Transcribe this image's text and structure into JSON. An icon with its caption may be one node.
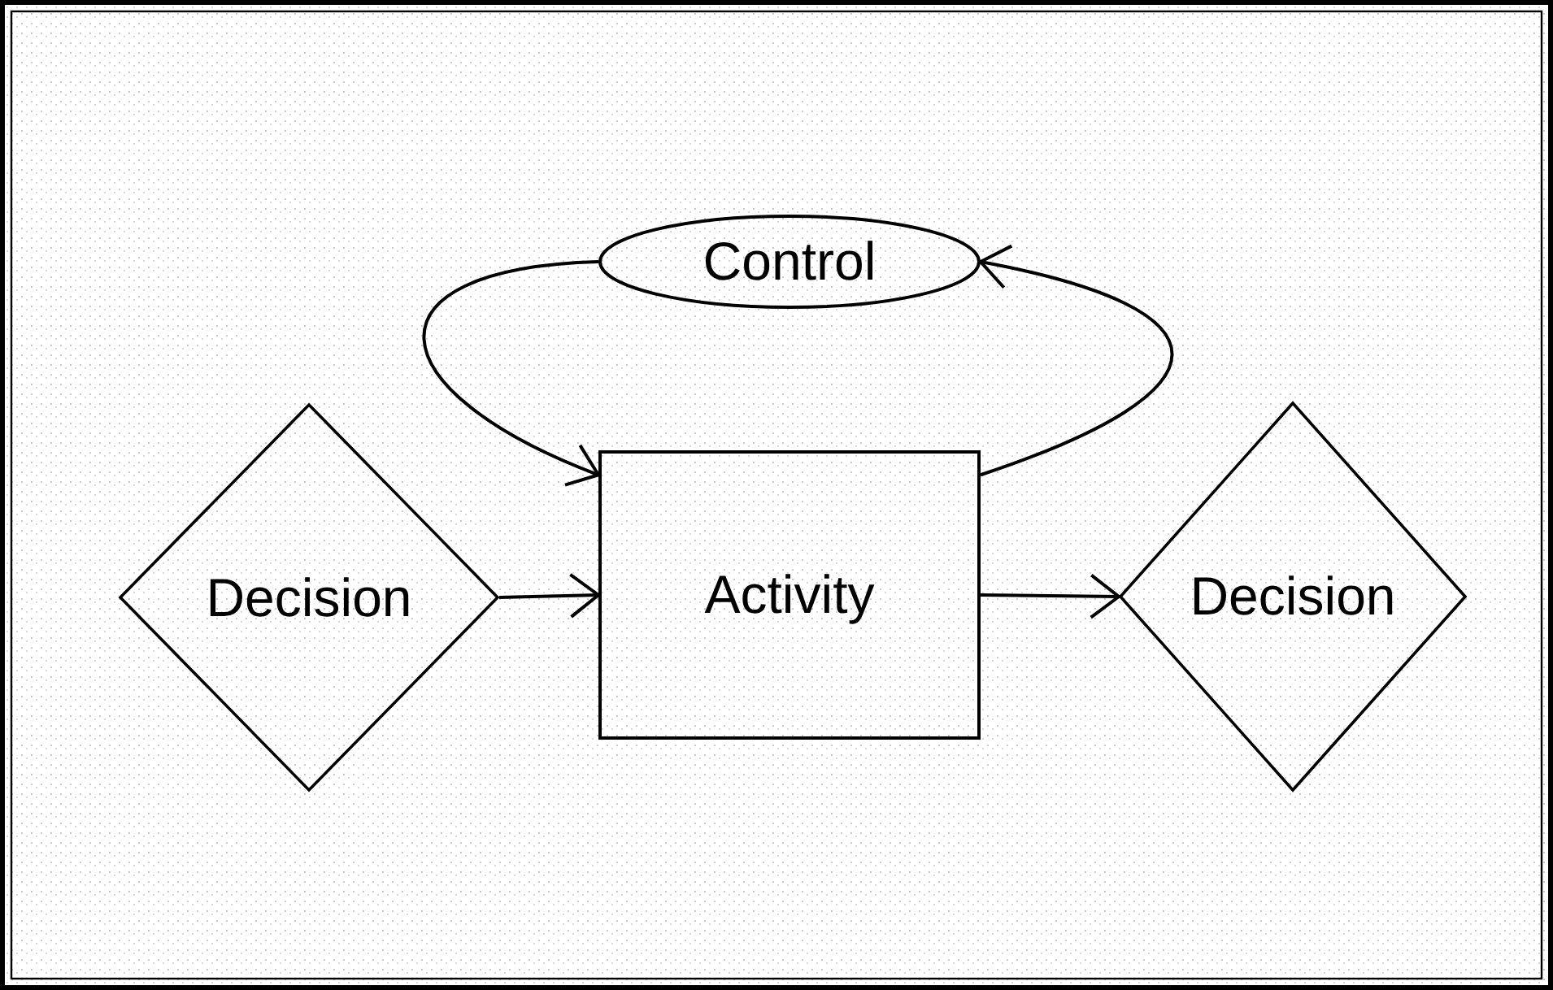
{
  "diagram": {
    "nodes": [
      {
        "text": [
          "Decision"
        ]
      },
      {
        "text": [
          "Activity"
        ]
      },
      {
        "text": [
          "Decision"
        ]
      },
      {
        "text": [
          "Control"
        ]
      }
    ],
    "edges": [
      {
        "from": 0,
        "to": 1,
        "arrow": "to"
      },
      {
        "from": 1,
        "to": 2,
        "arrow": "to"
      },
      {
        "from": 3,
        "to": 1,
        "arrow": "to"
      },
      {
        "from": 1,
        "to": 3,
        "arrow": "to"
      }
    ]
  }
}
